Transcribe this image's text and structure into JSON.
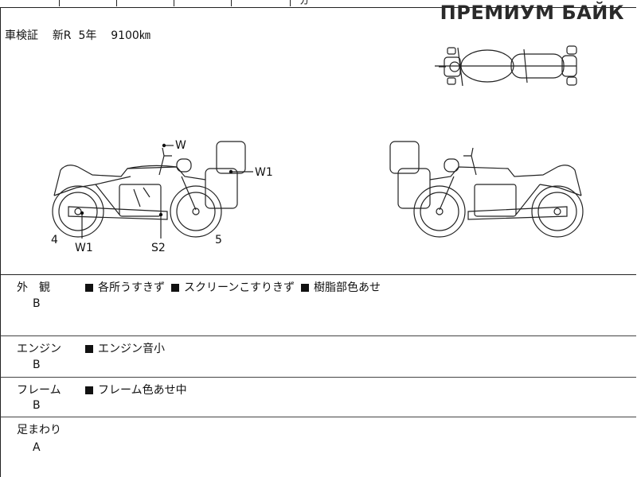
{
  "watermark": "ПРЕМИУМ БАЙК",
  "header_strip": [
    "",
    "",
    "",
    "",
    "",
    "カ"
  ],
  "registration": {
    "label": "車検証",
    "condition": "新R",
    "year": "5年",
    "mileage": "9100㎞"
  },
  "damage_markers": {
    "handlebar": "W",
    "box": "W1",
    "muffler": "W1",
    "exhaust": "S2",
    "front": "4",
    "rear": "5"
  },
  "sections": [
    {
      "category": "外　観",
      "grade": "B",
      "notes": [
        "各所うすきず",
        "スクリーンこすりきず",
        "樹脂部色あせ"
      ]
    },
    {
      "category": "エンジン",
      "grade": "B",
      "notes": [
        "エンジン音小"
      ]
    },
    {
      "category": "フレーム",
      "grade": "B",
      "notes": [
        "フレーム色あせ中"
      ]
    },
    {
      "category": "足まわり",
      "grade": "A",
      "notes": []
    }
  ]
}
